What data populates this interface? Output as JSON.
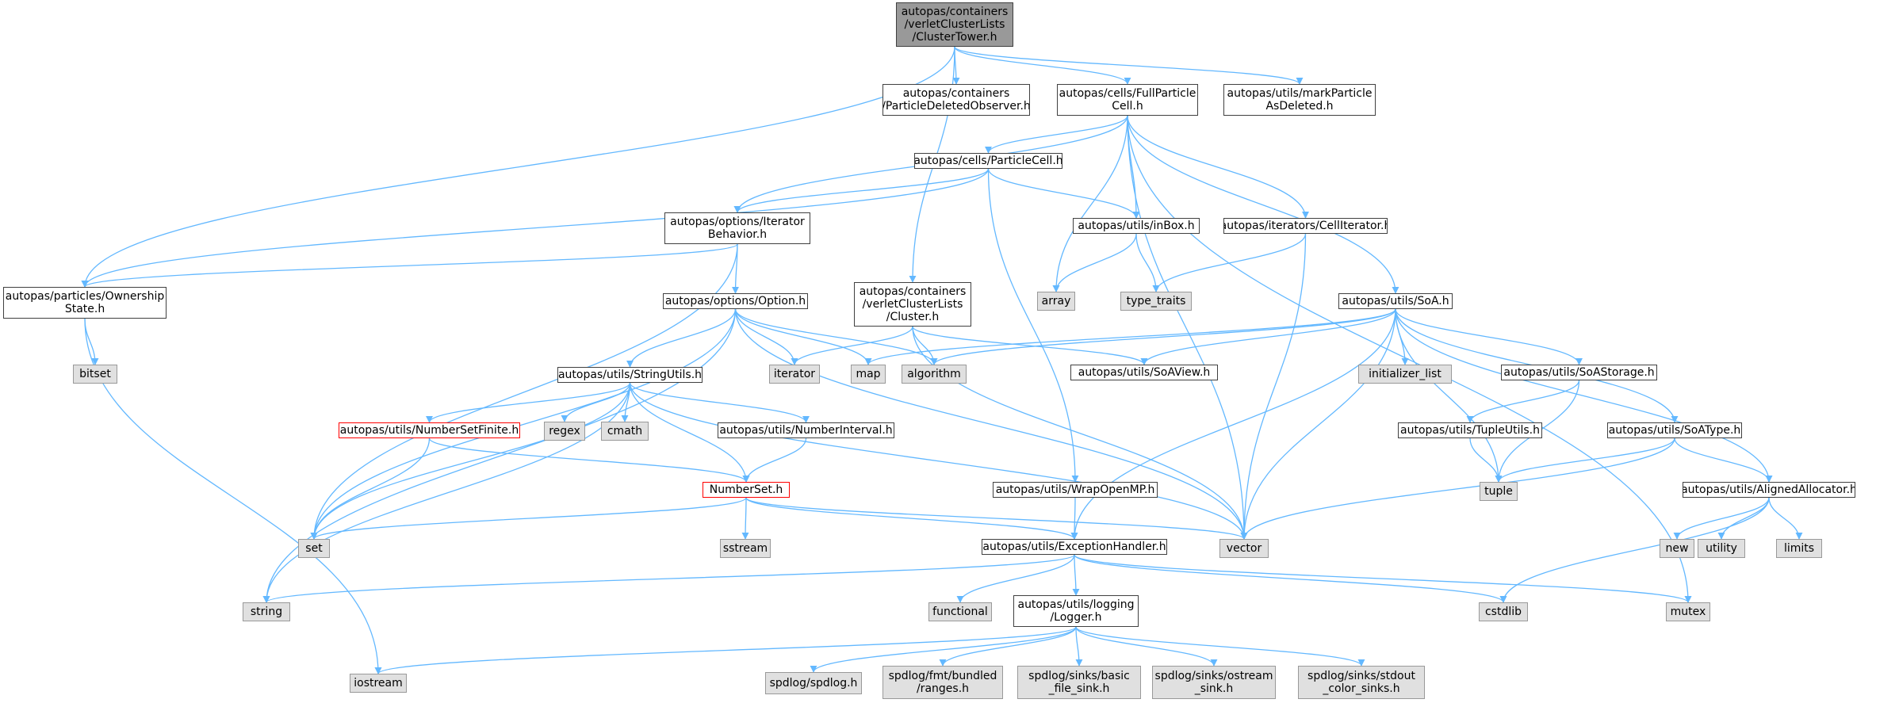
{
  "colors": {
    "edge": "#63b8ff",
    "root_fill": "#999999",
    "external_fill": "#e0e0e0",
    "broken_border": "#ff0000"
  },
  "nodes": {
    "clustertower": "autopas/containers\n/verletClusterLists\n/ClusterTower.h",
    "particledeletedobserver": "autopas/containers\n/ParticleDeletedObserver.h",
    "fullparticlecell": "autopas/cells/FullParticle\nCell.h",
    "markparticleasdeleted": "autopas/utils/markParticle\nAsDeleted.h",
    "particlecell": "autopas/cells/ParticleCell.h",
    "iteratorbehavior": "autopas/options/Iterator\nBehavior.h",
    "inbox": "autopas/utils/inBox.h",
    "celliterator": "autopas/iterators/CellIterator.h",
    "ownershipstate": "autopas/particles/Ownership\nState.h",
    "cluster": "autopas/containers\n/verletClusterLists\n/Cluster.h",
    "soa": "autopas/utils/SoA.h",
    "option": "autopas/options/Option.h",
    "stringutils": "autopas/utils/StringUtils.h",
    "soaview": "autopas/utils/SoAView.h",
    "soastorage": "autopas/utils/SoAStorage.h",
    "numbersetfinite": "autopas/utils/NumberSetFinite.h",
    "numberinterval": "autopas/utils/NumberInterval.h",
    "tupleutils": "autopas/utils/TupleUtils.h",
    "soatype": "autopas/utils/SoAType.h",
    "numberset": "NumberSet.h",
    "wrapopenmp": "autopas/utils/WrapOpenMP.h",
    "alignedallocator": "autopas/utils/AlignedAllocator.h",
    "exceptionhandler": "autopas/utils/ExceptionHandler.h",
    "logger": "autopas/utils/logging\n/Logger.h",
    "array": "array",
    "type_traits": "type_traits",
    "bitset": "bitset",
    "iterator": "iterator",
    "map": "map",
    "algorithm": "algorithm",
    "initializer_list": "initializer_list",
    "regex": "regex",
    "cmath": "cmath",
    "tuple": "tuple",
    "set": "set",
    "sstream": "sstream",
    "vector": "vector",
    "new": "new",
    "utility": "utility",
    "limits": "limits",
    "string": "string",
    "functional": "functional",
    "cstdlib": "cstdlib",
    "mutex": "mutex",
    "iostream": "iostream",
    "spdlog": "spdlog/spdlog.h",
    "ranges": "spdlog/fmt/bundled\n/ranges.h",
    "basic_file_sink": "spdlog/sinks/basic\n_file_sink.h",
    "ostream_sink": "spdlog/sinks/ostream\n_sink.h",
    "stdout_color_sinks": "spdlog/sinks/stdout\n_color_sinks.h"
  },
  "edges": [
    [
      "clustertower",
      "particledeletedobserver"
    ],
    [
      "clustertower",
      "fullparticlecell"
    ],
    [
      "clustertower",
      "markparticleasdeleted"
    ],
    [
      "clustertower",
      "ownershipstate"
    ],
    [
      "clustertower",
      "cluster"
    ],
    [
      "fullparticlecell",
      "particlecell"
    ],
    [
      "fullparticlecell",
      "iteratorbehavior"
    ],
    [
      "fullparticlecell",
      "inbox"
    ],
    [
      "fullparticlecell",
      "celliterator"
    ],
    [
      "fullparticlecell",
      "array"
    ],
    [
      "fullparticlecell",
      "soa"
    ],
    [
      "fullparticlecell",
      "vector"
    ],
    [
      "fullparticlecell",
      "mutex"
    ],
    [
      "particlecell",
      "iteratorbehavior"
    ],
    [
      "particlecell",
      "inbox"
    ],
    [
      "particlecell",
      "ownershipstate"
    ],
    [
      "particlecell",
      "wrapopenmp"
    ],
    [
      "iteratorbehavior",
      "ownershipstate"
    ],
    [
      "iteratorbehavior",
      "option"
    ],
    [
      "iteratorbehavior",
      "set"
    ],
    [
      "inbox",
      "array"
    ],
    [
      "inbox",
      "type_traits"
    ],
    [
      "celliterator",
      "type_traits"
    ],
    [
      "celliterator",
      "vector"
    ],
    [
      "ownershipstate",
      "bitset"
    ],
    [
      "ownershipstate",
      "iostream"
    ],
    [
      "cluster",
      "iterator"
    ],
    [
      "cluster",
      "algorithm"
    ],
    [
      "cluster",
      "soaview"
    ],
    [
      "cluster",
      "vector"
    ],
    [
      "option",
      "stringutils"
    ],
    [
      "option",
      "iterator"
    ],
    [
      "option",
      "map"
    ],
    [
      "option",
      "algorithm"
    ],
    [
      "option",
      "set"
    ],
    [
      "option",
      "string"
    ],
    [
      "option",
      "vector"
    ],
    [
      "soa",
      "map"
    ],
    [
      "soa",
      "algorithm"
    ],
    [
      "soa",
      "soaview"
    ],
    [
      "soa",
      "initializer_list"
    ],
    [
      "soa",
      "soastorage"
    ],
    [
      "soa",
      "soatype"
    ],
    [
      "soa",
      "tuple"
    ],
    [
      "soa",
      "alignedallocator"
    ],
    [
      "soa",
      "vector"
    ],
    [
      "soa",
      "exceptionhandler"
    ],
    [
      "stringutils",
      "numbersetfinite"
    ],
    [
      "stringutils",
      "regex"
    ],
    [
      "stringutils",
      "cmath"
    ],
    [
      "stringutils",
      "numberinterval"
    ],
    [
      "stringutils",
      "numberset"
    ],
    [
      "stringutils",
      "set"
    ],
    [
      "stringutils",
      "string"
    ],
    [
      "stringutils",
      "vector"
    ],
    [
      "soastorage",
      "tupleutils"
    ],
    [
      "soastorage",
      "tuple"
    ],
    [
      "numbersetfinite",
      "numberset"
    ],
    [
      "numbersetfinite",
      "set"
    ],
    [
      "numberinterval",
      "numberset"
    ],
    [
      "tupleutils",
      "tuple"
    ],
    [
      "soatype",
      "tuple"
    ],
    [
      "soatype",
      "alignedallocator"
    ],
    [
      "soatype",
      "vector"
    ],
    [
      "numberset",
      "set"
    ],
    [
      "numberset",
      "sstream"
    ],
    [
      "numberset",
      "vector"
    ],
    [
      "numberset",
      "exceptionhandler"
    ],
    [
      "wrapopenmp",
      "exceptionhandler"
    ],
    [
      "alignedallocator",
      "new"
    ],
    [
      "alignedallocator",
      "utility"
    ],
    [
      "alignedallocator",
      "limits"
    ],
    [
      "alignedallocator",
      "cstdlib"
    ],
    [
      "exceptionhandler",
      "string"
    ],
    [
      "exceptionhandler",
      "functional"
    ],
    [
      "exceptionhandler",
      "logger"
    ],
    [
      "exceptionhandler",
      "cstdlib"
    ],
    [
      "exceptionhandler",
      "mutex"
    ],
    [
      "logger",
      "iostream"
    ],
    [
      "logger",
      "spdlog"
    ],
    [
      "logger",
      "ranges"
    ],
    [
      "logger",
      "basic_file_sink"
    ],
    [
      "logger",
      "ostream_sink"
    ],
    [
      "logger",
      "stdout_color_sinks"
    ]
  ]
}
